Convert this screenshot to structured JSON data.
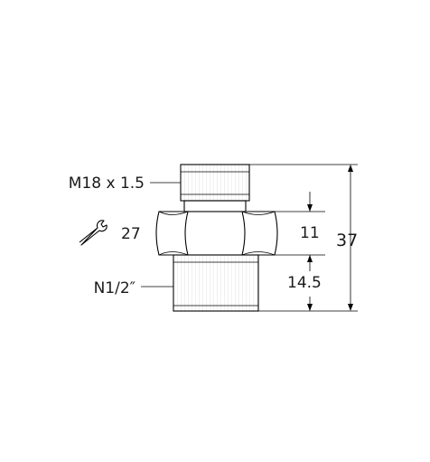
{
  "labels": {
    "thread_top": "M18 x 1.5",
    "wrench_size": "27",
    "thread_bottom": "N1/2″"
  },
  "dimensions": {
    "hex_height": "11",
    "bottom_thread_length": "14.5",
    "overall_length": "37"
  },
  "icons": {
    "wrench": "wrench-icon"
  }
}
